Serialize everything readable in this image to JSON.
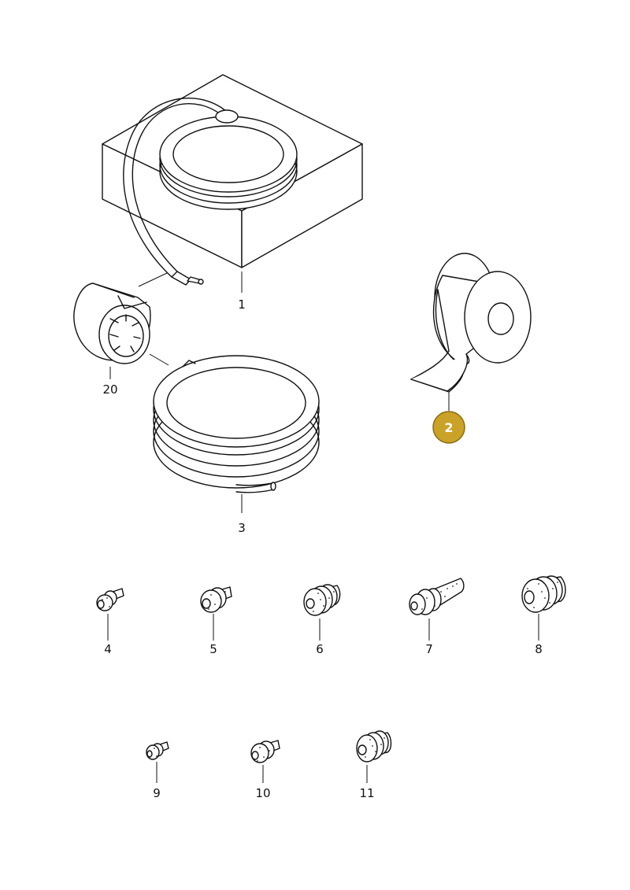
{
  "colors": {
    "line": "#111111",
    "background": "#ffffff",
    "highlight_fill": "#c9a227",
    "highlight_border": "#8a6d12",
    "highlight_text": "#ffffff"
  },
  "parts": [
    {
      "id": "1",
      "label": "1",
      "icon": "boxed-cable-coil-icon"
    },
    {
      "id": "2",
      "label": "2",
      "icon": "tape-roll-icon",
      "highlighted": true
    },
    {
      "id": "3",
      "label": "3",
      "icon": "cable-coil-icon"
    },
    {
      "id": "4",
      "label": "4",
      "icon": "single-wire-seal-icon"
    },
    {
      "id": "5",
      "label": "5",
      "icon": "single-wire-seal-icon"
    },
    {
      "id": "6",
      "label": "6",
      "icon": "single-wire-seal-icon"
    },
    {
      "id": "7",
      "label": "7",
      "icon": "single-wire-seal-icon"
    },
    {
      "id": "8",
      "label": "8",
      "icon": "single-wire-seal-icon"
    },
    {
      "id": "9",
      "label": "9",
      "icon": "single-wire-seal-icon"
    },
    {
      "id": "10",
      "label": "10",
      "icon": "single-wire-seal-icon"
    },
    {
      "id": "11",
      "label": "11",
      "icon": "single-wire-seal-icon"
    },
    {
      "id": "20",
      "label": "20",
      "icon": "clip-ring-icon"
    }
  ]
}
